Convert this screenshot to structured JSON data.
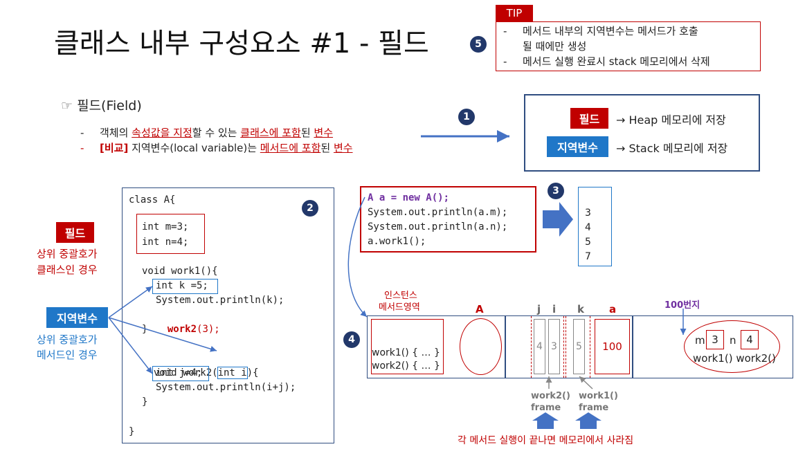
{
  "title": "클래스 내부 구성요소 #1 - 필드",
  "tip": {
    "label": "TIP",
    "lines": [
      "메서드 내부의 지역변수는 메서드가 호출",
      "될 때에만 생성",
      "메서드 실행 완료시 stack 메모리에서 삭제"
    ],
    "bullet": "-"
  },
  "badges": {
    "b1": "1",
    "b2": "2",
    "b3": "3",
    "b4": "4",
    "b5": "5"
  },
  "field_heading": {
    "icon": "☞",
    "text": "필드(Field)"
  },
  "bullets": {
    "b1": {
      "dash": "-",
      "p1": "객체의 ",
      "p2": "속성값을 지정",
      "p3": "할 수 있는 ",
      "p4": "클래스에 포함",
      "p5": "된 ",
      "p6": "변수"
    },
    "b2": {
      "dash": "-",
      "p1": "[비교]",
      "p2": " 지역변수(local variable)는 ",
      "p3": "메서드에 포함",
      "p4": "된 ",
      "p5": "변수"
    }
  },
  "memory_box": {
    "field_tag": "필드",
    "field_text": "→ Heap 메모리에 저장",
    "local_tag": "지역변수",
    "local_text": "→ Stack 메모리에 저장"
  },
  "left_labels": {
    "field_tag": "필드",
    "field_desc1": "상위 중괄호가",
    "field_desc2": "클래스인 경우",
    "local_tag": "지역변수",
    "local_desc1": "상위 중괄호가",
    "local_desc2": "메서드인 경우"
  },
  "code": {
    "l1": "class A{",
    "l2": "int m=3;",
    "l3": "int n=4;",
    "l4": "void work1(){",
    "l5": "int k =5;",
    "l6": "System.out.println(k);",
    "l7a": "work2",
    "l7b": "(3);",
    "l8": "}",
    "l9a": "void work2(",
    "l9b": "int i",
    "l9c": "){",
    "l10": "int j=4;",
    "l11": "System.out.println(i+j);",
    "l12": "}",
    "l13": "}"
  },
  "main_code": {
    "l1": "A a = new A();",
    "l2": "System.out.println(a.m);",
    "l3": "System.out.println(a.n);",
    "l4": "a.work1();"
  },
  "output": [
    "3",
    "4",
    "5",
    "7"
  ],
  "memory": {
    "method_area_label1": "인스턴스",
    "method_area_label2": "메서드영역",
    "method_items": [
      "work1() { … }",
      "work2() { … }"
    ],
    "class_label": "A",
    "stack_headers": {
      "j": "j",
      "i": "i",
      "k": "k",
      "a": "a"
    },
    "stack_values": {
      "j": "4",
      "i": "3",
      "k": "5",
      "a": "100"
    },
    "heap_address": "100번지",
    "heap": {
      "m_label": "m",
      "m_value": "3",
      "n_label": "n",
      "n_value": "4",
      "methods": "work1() work2()"
    },
    "frame2_1": "work2()",
    "frame2_2": "frame",
    "frame1_1": "work1()",
    "frame1_2": "frame",
    "footer": "각 메서드 실행이 끝나면 메모리에서 사라짐"
  }
}
